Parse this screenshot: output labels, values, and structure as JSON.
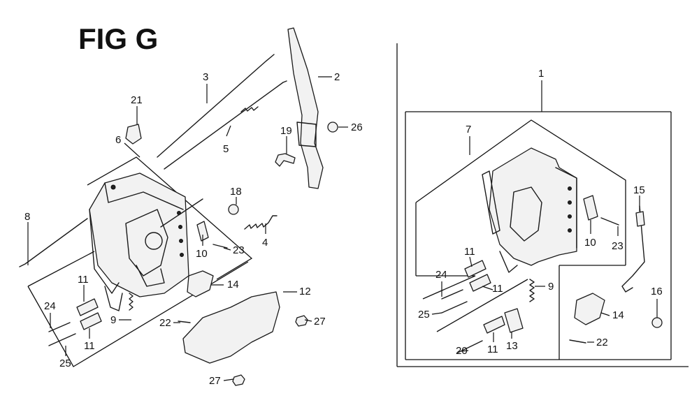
{
  "title": "FIG G",
  "callouts": {
    "c1": "1",
    "c2": "2",
    "c3": "3",
    "c4": "4",
    "c5": "5",
    "c6": "6",
    "c7": "7",
    "c8": "8",
    "c9a": "9",
    "c9b": "9",
    "c10a": "10",
    "c10b": "10",
    "c11a": "11",
    "c11b": "11",
    "c11c": "11",
    "c11d": "11",
    "c11e": "11",
    "c12": "12",
    "c13": "13",
    "c14a": "14",
    "c14b": "14",
    "c15": "15",
    "c16": "16",
    "c18": "18",
    "c19": "19",
    "c20": "20",
    "c21": "21",
    "c22a": "22",
    "c22b": "22",
    "c23a": "23",
    "c23b": "23",
    "c24a": "24",
    "c24b": "24",
    "c25a": "25",
    "c25b": "25",
    "c26": "26",
    "c27a": "27",
    "c27b": "27"
  }
}
